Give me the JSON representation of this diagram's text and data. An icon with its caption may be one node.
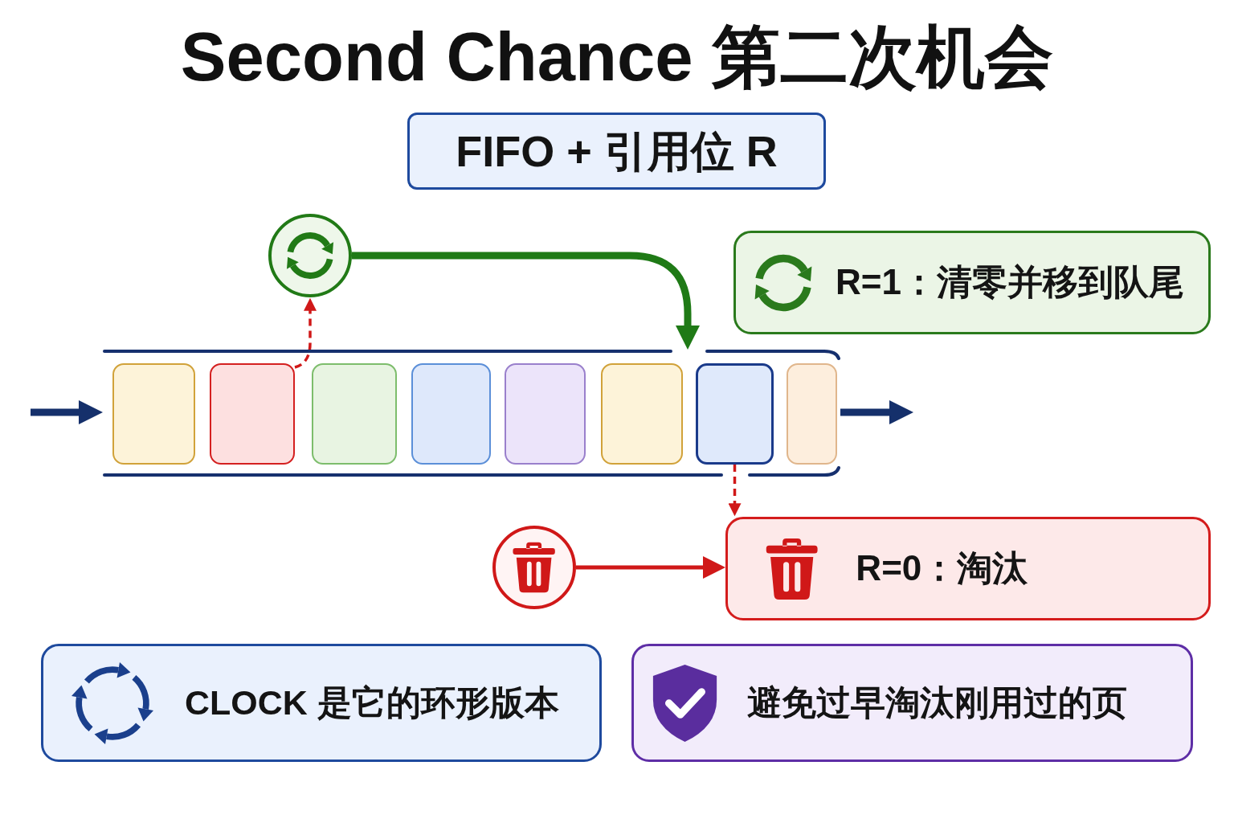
{
  "diagram": {
    "title": "Second Chance 第二次机会",
    "nodes": [
      {
        "text": [
          "FIFO + 引用位 R"
        ]
      },
      {
        "text": [],
        "shape": "circle"
      },
      {
        "text": [
          "R=1：清零并移到队尾"
        ]
      },
      {
        "text": [],
        "shape": "bar"
      },
      {
        "text": [],
        "shape": "box",
        "in": 3
      },
      {
        "text": [],
        "shape": "box",
        "in": 3
      },
      {
        "text": [],
        "shape": "box",
        "in": 3
      },
      {
        "text": [],
        "shape": "box",
        "in": 3
      },
      {
        "text": [],
        "shape": "box",
        "in": 3
      },
      {
        "text": [],
        "shape": "box",
        "in": 3
      },
      {
        "text": [],
        "shape": "box",
        "in": 3
      },
      {
        "text": [],
        "shape": "box",
        "in": 3
      },
      {
        "text": [],
        "shape": "circle"
      },
      {
        "text": [
          "R=0：淘汰"
        ]
      },
      {
        "text": [
          "CLOCK 是它的环形版本"
        ]
      },
      {
        "text": [
          "避免过早淘汰刚用过的页"
        ]
      }
    ],
    "edges": [
      {
        "from": null,
        "to": 3,
        "arrow": "to",
        "style": "thick",
        "color": "#15306b"
      },
      {
        "from": 3,
        "to": null,
        "arrow": "to",
        "style": "thick",
        "color": "#15306b"
      },
      {
        "from": 5,
        "to": 1,
        "arrow": "to",
        "style": "dashed"
      },
      {
        "from": 1,
        "to": 3,
        "arrow": "to",
        "style": "thick",
        "color": "#1f7a16"
      },
      {
        "from": 10,
        "to": 13,
        "arrow": "to",
        "style": "dashed"
      },
      {
        "from": 12,
        "to": 13,
        "arrow": "to"
      }
    ]
  }
}
